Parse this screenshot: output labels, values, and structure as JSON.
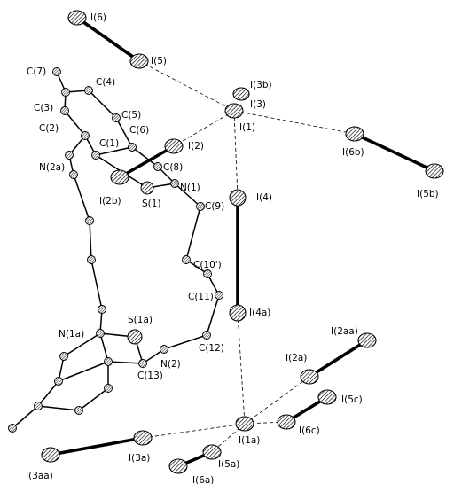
{
  "labels": {
    "I6": "I(6)",
    "I5": "I(5)",
    "C7": "C(7)",
    "C4": "C(4)",
    "I3b": "I(3b)",
    "I3": "I(3)",
    "C3": "C(3)",
    "C5": "C(5)",
    "I1": "I(1)",
    "C2": "C(2)",
    "C6": "C(6)",
    "C1": "C(1)",
    "I2": "I(2)",
    "I6b": "I(6b)",
    "C8": "C(8)",
    "N2a": "N(2a)",
    "N1": "N(1)",
    "I2b": "I(2b)",
    "S1": "S(1)",
    "C9": "C(9)",
    "I5b": "I(5b)",
    "I4": "I(4)",
    "C10p": "C(10')",
    "C11": "C(11)",
    "I4a": "I(4a)",
    "I2aa": "I(2aa)",
    "S1a": "S(1a)",
    "N1a": "N(1a)",
    "C12": "C(12)",
    "I2a": "I(2a)",
    "N2": "N(2)",
    "C13": "C(13)",
    "I5c": "I(5c)",
    "I6c": "I(6c)",
    "I1a": "I(1a)",
    "I3a": "I(3a)",
    "I5a": "I(5a)",
    "I3aa": "I(3aa)",
    "I6a": "I(6a)"
  }
}
